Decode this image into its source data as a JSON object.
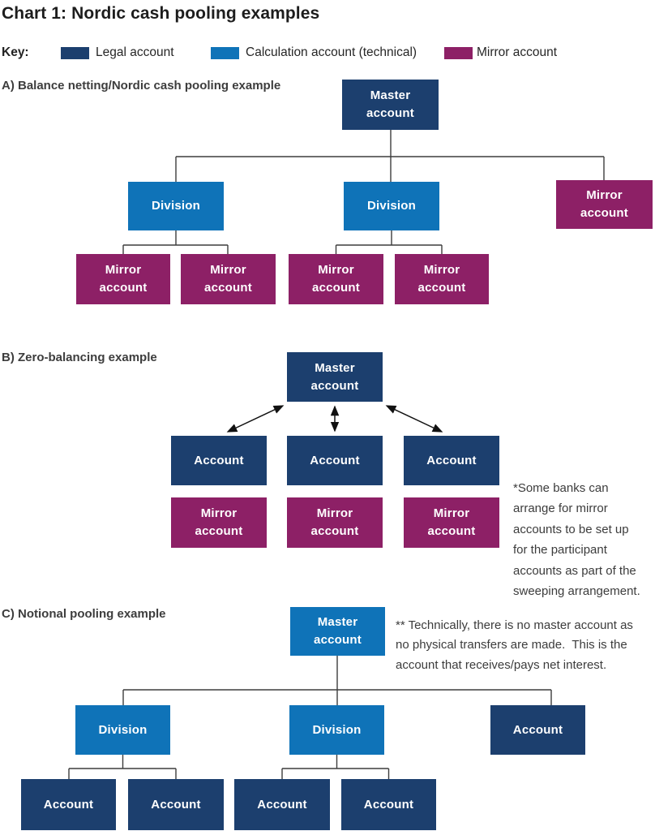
{
  "title": "Chart 1: Nordic cash pooling examples",
  "key": {
    "label": "Key:",
    "items": [
      {
        "id": "legal",
        "label": "Legal account",
        "color": "#1c3f6e"
      },
      {
        "id": "calculation",
        "label": "Calculation account (technical)",
        "color": "#0f73b8"
      },
      {
        "id": "mirror",
        "label": "Mirror account",
        "color": "#8d2066"
      }
    ]
  },
  "sections": {
    "a": {
      "heading": "A) Balance netting/Nordic cash pooling example",
      "boxes": {
        "master": {
          "label": "Master\naccount",
          "type": "legal"
        },
        "division1": {
          "label": "Division",
          "type": "calculation"
        },
        "division2": {
          "label": "Division",
          "type": "calculation"
        },
        "mirror_right": {
          "label": "Mirror\naccount",
          "type": "mirror"
        },
        "mirror1": {
          "label": "Mirror\naccount",
          "type": "mirror"
        },
        "mirror2": {
          "label": "Mirror\naccount",
          "type": "mirror"
        },
        "mirror3": {
          "label": "Mirror\naccount",
          "type": "mirror"
        },
        "mirror4": {
          "label": "Mirror\naccount",
          "type": "mirror"
        }
      }
    },
    "b": {
      "heading": "B) Zero-balancing example",
      "boxes": {
        "master": {
          "label": "Master\naccount",
          "type": "legal"
        },
        "account1": {
          "label": "Account",
          "type": "legal"
        },
        "account2": {
          "label": "Account",
          "type": "legal"
        },
        "account3": {
          "label": "Account",
          "type": "legal"
        },
        "mirror1": {
          "label": "Mirror\naccount",
          "type": "mirror"
        },
        "mirror2": {
          "label": "Mirror\naccount",
          "type": "mirror"
        },
        "mirror3": {
          "label": "Mirror\naccount",
          "type": "mirror"
        }
      },
      "note": "*Some banks can\narrange for mirror\naccounts to be set up\nfor the participant\naccounts as part of the\nsweeping arrangement."
    },
    "c": {
      "heading": "C) Notional pooling example",
      "boxes": {
        "master": {
          "label": "Master\naccount",
          "type": "calculation"
        },
        "division1": {
          "label": "Division",
          "type": "calculation"
        },
        "division2": {
          "label": "Division",
          "type": "calculation"
        },
        "account_right": {
          "label": "Account",
          "type": "legal"
        },
        "account1": {
          "label": "Account",
          "type": "legal"
        },
        "account2": {
          "label": "Account",
          "type": "legal"
        },
        "account3": {
          "label": "Account",
          "type": "legal"
        },
        "account4": {
          "label": "Account",
          "type": "legal"
        }
      },
      "note": "** Technically, there is no master account as\nno physical transfers are made.  This is the\naccount that receives/pays net interest."
    }
  }
}
